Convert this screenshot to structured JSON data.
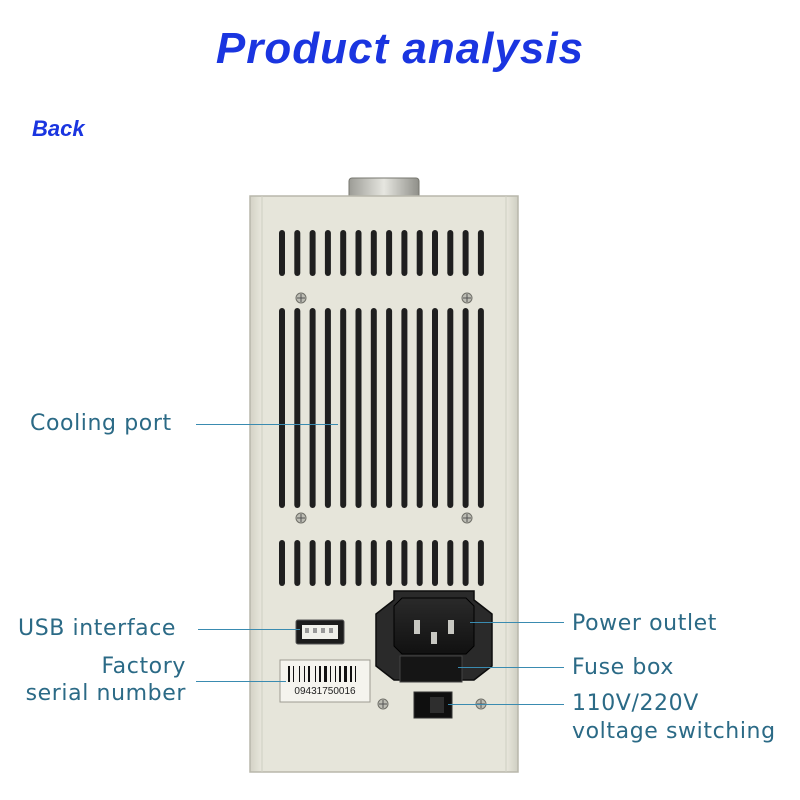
{
  "header": {
    "title": "Product analysis",
    "view_label": "Back"
  },
  "device": {
    "serial_number": "09431750016"
  },
  "callouts": {
    "cooling_port": "Cooling port",
    "usb_interface": "USB interface",
    "factory_serial_line1": "Factory",
    "factory_serial_line2": "serial number",
    "power_outlet": "Power outlet",
    "fuse_box": "Fuse box",
    "voltage_line1": "110V/220V",
    "voltage_line2": "voltage switching"
  },
  "colors": {
    "title": "#1a35e0",
    "callout_text": "#2b6a86",
    "leader_line": "#3a8bb0",
    "chassis": "#e3e2d6"
  },
  "icons": [
    "usb-port-icon",
    "iec-power-socket-icon",
    "fuse-box-icon",
    "voltage-switch-icon",
    "screw-icon",
    "barcode-icon"
  ]
}
